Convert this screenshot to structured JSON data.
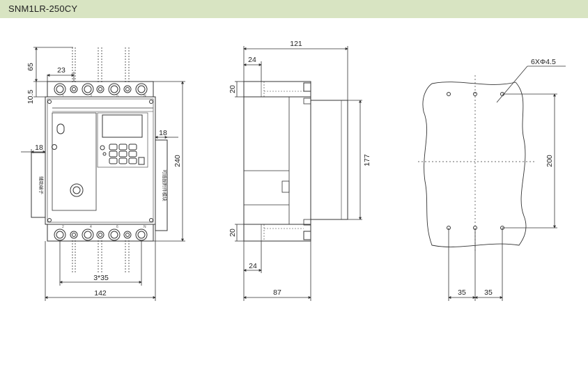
{
  "header": {
    "title": "SNM1LR-250CY"
  },
  "front_view": {
    "dims": {
      "top": "65",
      "terminal_height": "10.5",
      "pitch": "23",
      "side_offset_right": "18",
      "side_offset_left": "18",
      "height": "240",
      "pole_spacing": "3*35",
      "width": "142"
    },
    "side_label_left": "辅助端子",
    "side_label_right": "可插拔附件模块",
    "terminal_marks_top": [
      "1",
      "3",
      "5",
      "N"
    ],
    "terminal_marks_bottom": [
      "2",
      "4",
      "6",
      "N"
    ]
  },
  "side_view": {
    "dims": {
      "depth_total": "121",
      "top_offset": "24",
      "top_height": "20",
      "body_height": "177",
      "bottom_height": "20",
      "bottom_offset": "24",
      "base_depth": "87"
    }
  },
  "mounting_view": {
    "dims": {
      "holes": "6XΦ4.5",
      "vertical": "200",
      "spacing_left": "35",
      "spacing_right": "35"
    }
  },
  "colors": {
    "header_bg": "#d8e4c2",
    "line": "#333333"
  }
}
